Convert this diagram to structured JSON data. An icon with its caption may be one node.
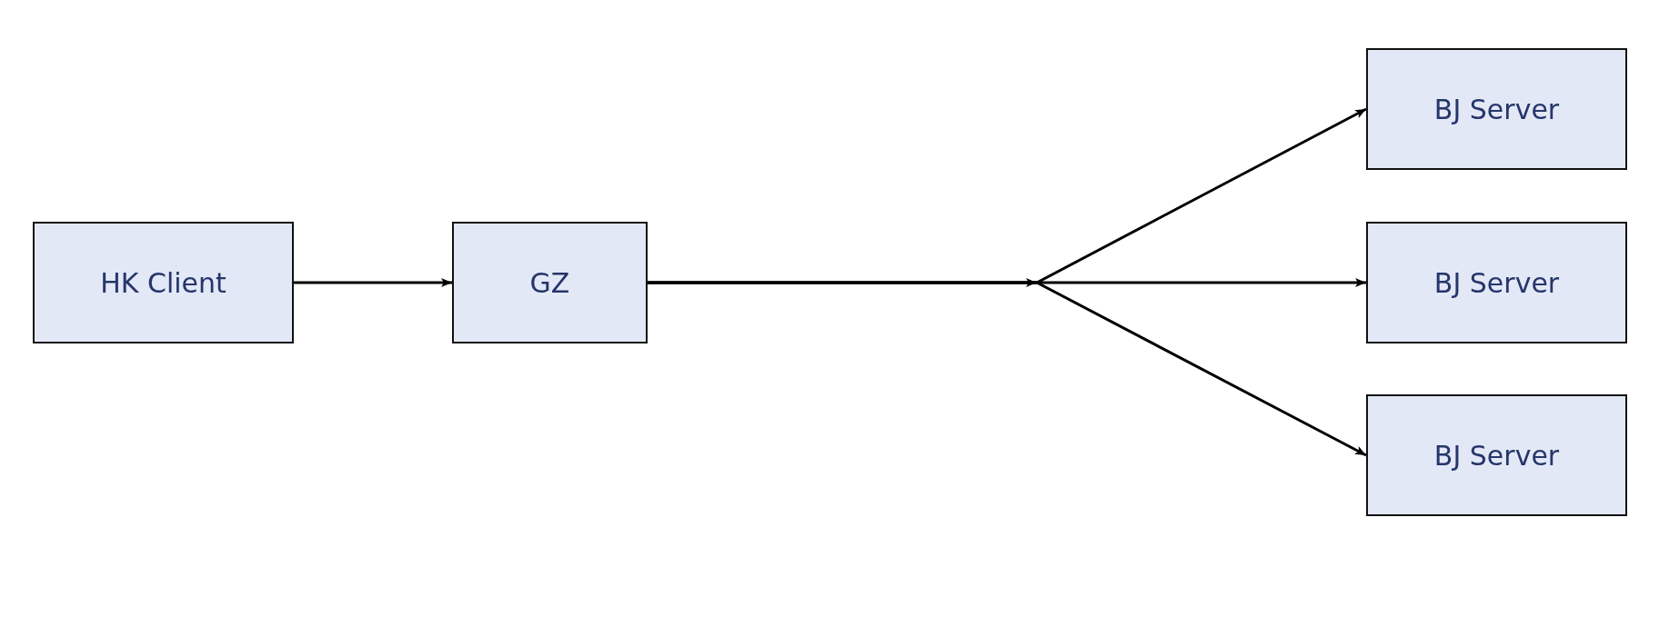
{
  "diagram": {
    "nodes": [
      {
        "text": [
          "HK Client"
        ]
      },
      {
        "text": [
          "GZ"
        ]
      },
      {
        "text": [
          "BJ Server"
        ]
      },
      {
        "text": [
          "BJ Server"
        ]
      },
      {
        "text": [
          "BJ Server"
        ]
      }
    ],
    "edges": [
      {
        "from": 0,
        "to": 1,
        "arrow": "to"
      },
      {
        "from": 1,
        "to": 2,
        "arrow": "to"
      },
      {
        "from": 1,
        "to": 3,
        "arrow": "to"
      },
      {
        "from": 1,
        "to": 4,
        "arrow": "to"
      }
    ]
  }
}
